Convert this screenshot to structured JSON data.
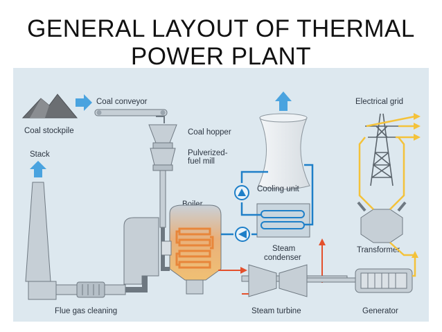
{
  "title": {
    "line1": "GENERAL LAYOUT OF THERMAL",
    "line2": "POWER PLANT"
  },
  "labels": {
    "coal_conveyor": "Coal conveyor",
    "coal_stockpile": "Coal stockpile",
    "stack": "Stack",
    "coal_hopper": "Coal hopper",
    "pulverized_line1": "Pulverized-",
    "pulverized_line2": "fuel mill",
    "boiler": "Boiler",
    "cooling_unit": "Cooling unit",
    "steam_condenser_line1": "Steam",
    "steam_condenser_line2": "condenser",
    "electrical_grid": "Electrical grid",
    "transformer": "Transformer",
    "flue_gas_cleaning": "Flue gas cleaning",
    "steam_turbine": "Steam turbine",
    "generator": "Generator"
  },
  "colors": {
    "background": "#dde8ef",
    "equipment": "#c6cfd6",
    "outline": "#6e7881",
    "water_blue": "#1e7fc8",
    "steam_red": "#e4502c",
    "electric_yellow": "#f4c23a",
    "fire_orange": "#e8863a"
  }
}
